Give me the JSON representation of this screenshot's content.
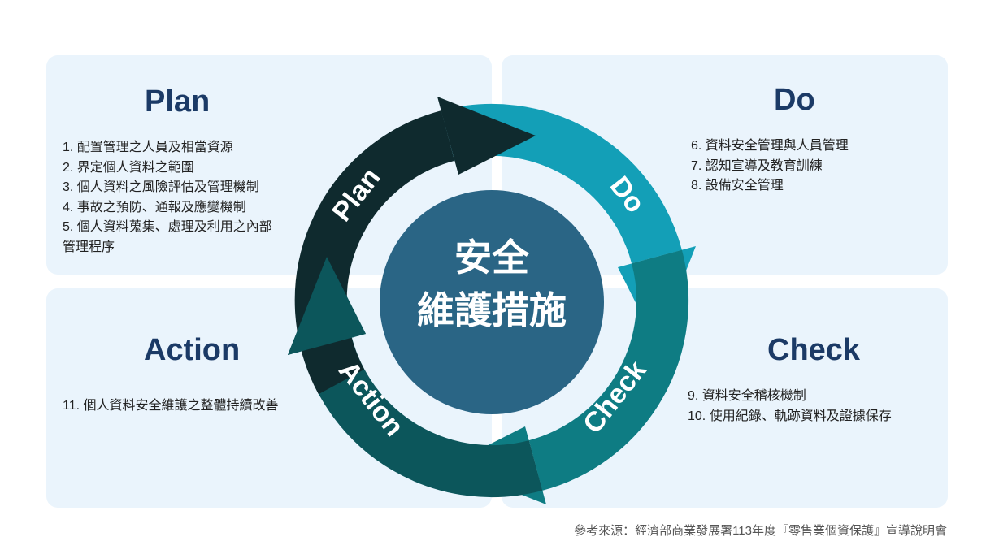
{
  "center_label": [
    "安全",
    "維護措施"
  ],
  "cycle": {
    "plan": {
      "title": "Plan",
      "arc_label": "Plan",
      "items": [
        "1. 配置管理之人員及相當資源",
        "2. 界定個人資料之範圍",
        "3. 個人資料之風險評估及管理機制",
        "4. 事故之預防、通報及應變機制",
        "5. 個人資料蒐集、處理及利用之內部",
        "管理程序"
      ]
    },
    "do": {
      "title": "Do",
      "arc_label": "Do",
      "items": [
        "6. 資料安全管理與人員管理",
        "7. 認知宣導及教育訓練",
        "8. 設備安全管理"
      ]
    },
    "check": {
      "title": "Check",
      "arc_label": "Check",
      "items": [
        "9. 資料安全稽核機制",
        "10. 使用紀錄、軌跡資料及證據保存"
      ]
    },
    "action": {
      "title": "Action",
      "arc_label": "Action",
      "items": [
        "11. 個人資料安全維護之整體持續改善"
      ]
    }
  },
  "colors": {
    "plan": "#0f2a2e",
    "do": "#139fb7",
    "check": "#0e7c83",
    "action": "#0c565b",
    "center": "#2a6585",
    "box": "#eaf4fc",
    "title": "#1b3a66"
  },
  "source": "參考來源：經濟部商業發展署113年度『零售業個資保護』宣導說明會"
}
